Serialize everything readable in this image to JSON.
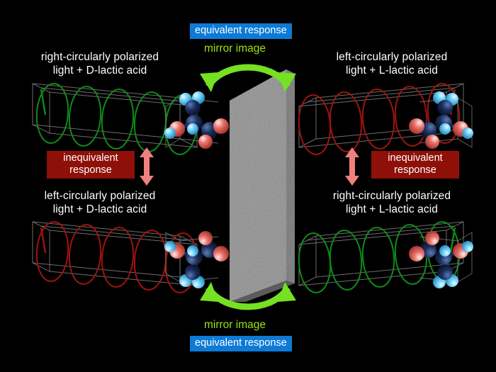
{
  "figure": {
    "background_color": "#000000",
    "title_text": "",
    "mirror": {
      "name": "mirror-plane",
      "fill_color": "#8a8a8a",
      "edge_color": "#6d6d6d"
    }
  },
  "colors": {
    "equivalent_badge_bg": "#0d7ad6",
    "inequivalent_badge_bg": "#8e1008",
    "badge_text": "#ffffff",
    "mirror_image_text": "#9ae312",
    "green_arrow": "#76e022",
    "pink_arrow": "#f08080",
    "green_helix": "#118a18",
    "red_helix": "#9c1410",
    "axis_frame": "#808080",
    "atom_hydrogen": "#4fc3f7",
    "atom_carbon": "#152a52",
    "atom_oxygen": "#d94b44",
    "label_text": "#ffffff"
  },
  "top_center": {
    "equivalent_badge": "equivalent response",
    "mirror_image": "mirror image"
  },
  "bottom_center": {
    "mirror_image": "mirror image",
    "equivalent_badge": "equivalent response"
  },
  "side_badges": {
    "left": "inequivalent\nresponse",
    "right": "inequivalent\nresponse"
  },
  "quadrants": [
    {
      "id": "top-left",
      "label": "right-circularly polarized\nlight + D-lactic acid",
      "helix_color": "green",
      "helix_handedness": "right",
      "molecule": "D-lactic acid"
    },
    {
      "id": "top-right",
      "label": "left-circularly polarized\nlight + L-lactic acid",
      "helix_color": "red",
      "helix_handedness": "left",
      "molecule": "L-lactic acid"
    },
    {
      "id": "bottom-left",
      "label": "left-circularly polarized\nlight + D-lactic acid",
      "helix_color": "red",
      "helix_handedness": "left",
      "molecule": "D-lactic acid"
    },
    {
      "id": "bottom-right",
      "label": "right-circularly polarized\nlight + L-lactic acid",
      "helix_color": "green",
      "helix_handedness": "right",
      "molecule": "L-lactic acid"
    }
  ]
}
